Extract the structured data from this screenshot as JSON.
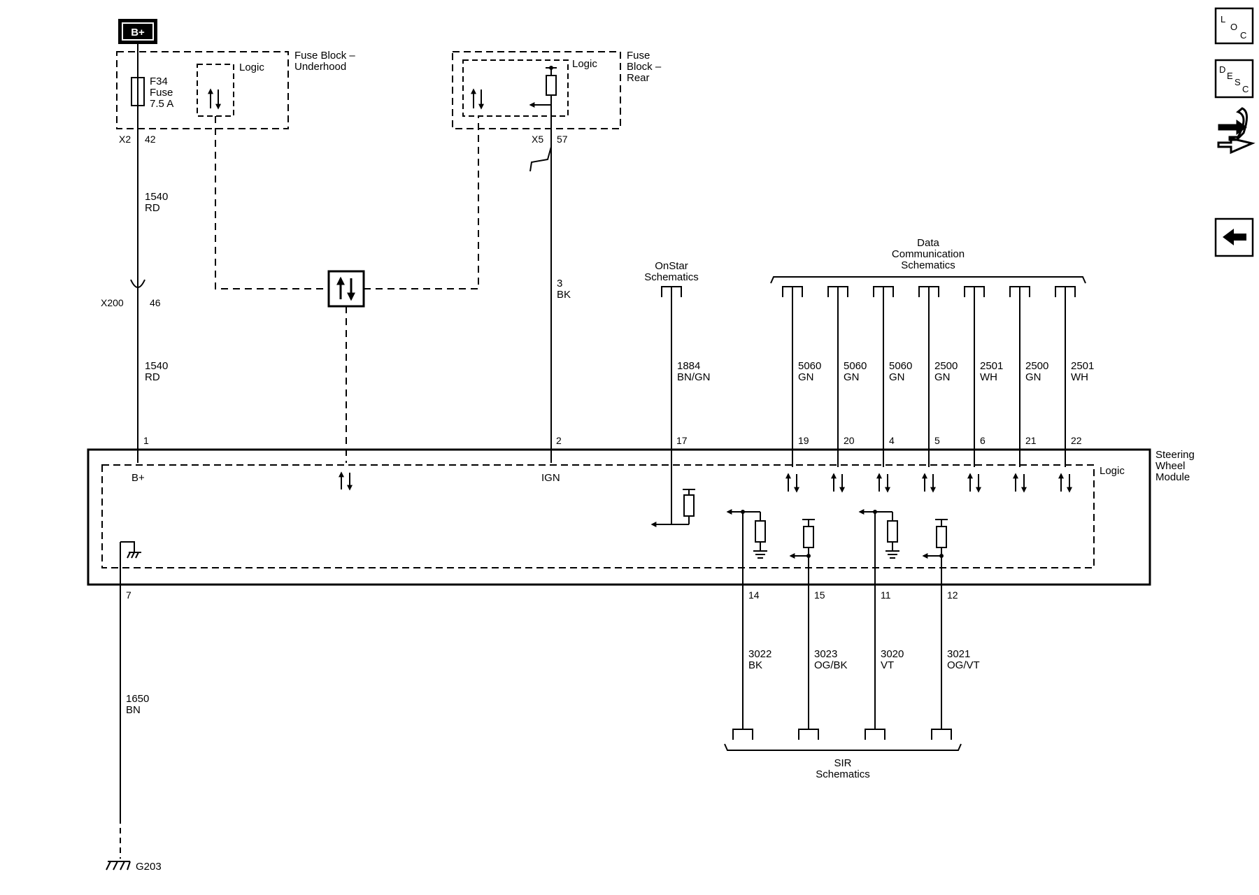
{
  "power": {
    "bplus": "B+"
  },
  "fuse_block_underhood": {
    "title_l1": "Fuse Block –",
    "title_l2": "Underhood",
    "logic": "Logic",
    "fuse_l1": "F34",
    "fuse_l2": "Fuse",
    "fuse_l3": "7.5 A",
    "conn": "X2",
    "pin": "42"
  },
  "fuse_block_rear": {
    "title_l1": "Fuse",
    "title_l2": "Block –",
    "title_l3": "Rear",
    "logic": "Logic",
    "conn": "X5",
    "pin": "57"
  },
  "inline_connector": {
    "name": "X200",
    "pin": "46"
  },
  "wires": {
    "w1540a": {
      "circuit": "1540",
      "color": "RD"
    },
    "w1540b": {
      "circuit": "1540",
      "color": "RD"
    },
    "w3": {
      "circuit": "3",
      "color": "BK"
    },
    "w1884": {
      "circuit": "1884",
      "color": "BN/GN"
    },
    "w1650": {
      "circuit": "1650",
      "color": "BN"
    }
  },
  "refs": {
    "onstar_l1": "OnStar",
    "onstar_l2": "Schematics",
    "data_l1": "Data",
    "data_l2": "Communication",
    "data_l3": "Schematics",
    "sir_l1": "SIR",
    "sir_l2": "Schematics"
  },
  "data_wires": [
    {
      "circuit": "5060",
      "color": "GN",
      "pin": "19"
    },
    {
      "circuit": "5060",
      "color": "GN",
      "pin": "20"
    },
    {
      "circuit": "5060",
      "color": "GN",
      "pin": "4"
    },
    {
      "circuit": "2500",
      "color": "GN",
      "pin": "5"
    },
    {
      "circuit": "2501",
      "color": "WH",
      "pin": "6"
    },
    {
      "circuit": "2500",
      "color": "GN",
      "pin": "21"
    },
    {
      "circuit": "2501",
      "color": "WH",
      "pin": "22"
    }
  ],
  "sir_wires": [
    {
      "circuit": "3022",
      "color": "BK",
      "pin": "14"
    },
    {
      "circuit": "3023",
      "color": "OG/BK",
      "pin": "15"
    },
    {
      "circuit": "3020",
      "color": "VT",
      "pin": "11"
    },
    {
      "circuit": "3021",
      "color": "OG/VT",
      "pin": "12"
    }
  ],
  "module": {
    "name_l1": "Steering",
    "name_l2": "Wheel",
    "name_l3": "Module",
    "logic": "Logic",
    "pin_bplus": "1",
    "pin_ign": "2",
    "pin_onstar": "17",
    "pin_ground": "7",
    "label_bplus": "B+",
    "label_ign": "IGN"
  },
  "ground": {
    "name": "G203"
  },
  "nav": {
    "loc": {
      "l1": "L",
      "l2": "O",
      "l3": "C"
    },
    "desc": {
      "l1": "D",
      "l2": "E",
      "l3": "S",
      "l4": "C"
    }
  }
}
